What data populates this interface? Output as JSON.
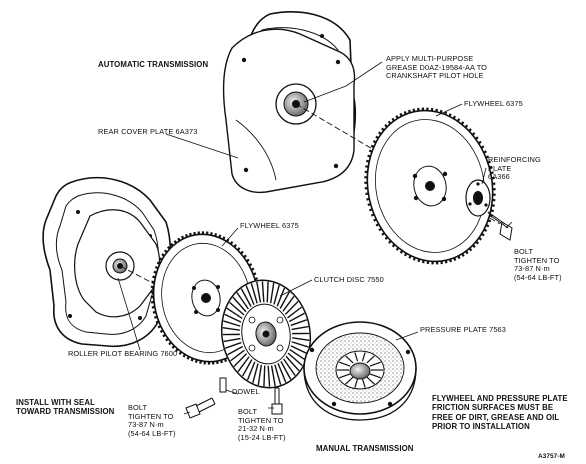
{
  "labels": {
    "auto_title": "AUTOMATIC TRANSMISSION",
    "manual_title": "MANUAL TRANSMISSION",
    "grease_note": [
      "APPLY MULTI-PURPOSE",
      "GREASE D0AZ-19584-AA TO",
      "CRANKSHAFT PILOT HOLE"
    ],
    "flywheel_auto": "FLYWHEEL 6375",
    "rear_cover": "REAR COVER PLATE 6A373",
    "reinforcing_plate": [
      "REINFORCING",
      "PLATE",
      "6A366"
    ],
    "bolt_right": [
      "BOLT",
      "TIGHTEN TO",
      "73-87 N·m",
      "(54-64 LB-FT)"
    ],
    "flywheel_manual": "FLYWHEEL 6375",
    "clutch_disc": "CLUTCH DISC 7550",
    "pressure_plate": "PRESSURE PLATE 7563",
    "roller_bearing": "ROLLER PILOT BEARING 7600",
    "install_note": [
      "INSTALL WITH SEAL",
      "TOWARD TRANSMISSION"
    ],
    "bolt_bottom_left": [
      "BOLT",
      "TIGHTEN TO",
      "73-87 N·m",
      "(54-64 LB-FT)"
    ],
    "dowel": "DOWEL",
    "bolt_bottom_mid": [
      "BOLT",
      "TIGHTEN TO",
      "21-32 N·m",
      "(15-24 LB-FT)"
    ],
    "caution_note": [
      "FLYWHEEL AND PRESSURE PLATE",
      "FRICTION SURFACES MUST BE",
      "FREE OF DIRT, GREASE AND OIL",
      "PRIOR TO INSTALLATION"
    ],
    "figure_id": "A3757-M"
  },
  "colors": {
    "line": "#111111",
    "paper": "#ffffff",
    "shade": "#7a7a7a"
  }
}
